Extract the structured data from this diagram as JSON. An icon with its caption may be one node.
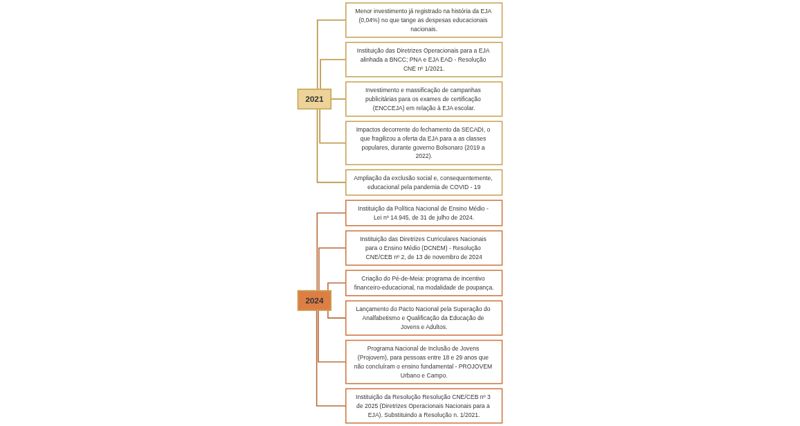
{
  "diagram": {
    "nodes": [
      {
        "text": [
          "2021"
        ]
      },
      {
        "text": [
          "Menor investimento já registrado na história da EJA (0,04%) no que tange as despesas educacionais nacionais."
        ]
      },
      {
        "text": [
          "Instituição das Diretrizes Operacionais para a EJA alinhada a BNCC; PNA e EJA EAD - Resolução CNE nº 1/2021."
        ]
      },
      {
        "text": [
          "Investimento e massificação de campanhas publicitárias para os exames de certificação (ENCCEJA) em relação à EJA escolar."
        ]
      },
      {
        "text": [
          "Impactos decorrente do fechamento da SECADI, o que fragilizou a oferta da EJA para a as classes populares, durante governo Bolsonaro (2019 a 2022)."
        ]
      },
      {
        "text": [
          "Ampliação da exclusão social e, consequentemente, educacional pela pandemia de COVID - 19"
        ]
      },
      {
        "text": [
          "2024"
        ]
      },
      {
        "text": [
          "Instituição da Política Nacional de Ensino Médio - Lei nº 14.945, de 31 de julho de 2024."
        ]
      },
      {
        "text": [
          "Instituição das Diretrizes Curriculares Nacionais para o Ensino Médio (DCNEM) - Resolução CNE/CEB nº 2, de 13 de novembro de 2024"
        ]
      },
      {
        "text": [
          "Criação do Pé-de-Meia: programa de incentivo financeiro-educacional, na modalidade de poupança."
        ]
      },
      {
        "text": [
          "Lançamento do Pacto Nacional pela Superação do Analfabetismo e Qualificação da Educação de Jovens e Adultos."
        ]
      },
      {
        "text": [
          "Programa Nacional de Inclusão de Jovens (Projovem), para pessoas entre 18 e 29 anos que não concluíram o ensino fundamental - PROJOVEM Urbano e Campo."
        ]
      },
      {
        "text": [
          "Instituição da Resolução Resolução CNE/CEB nº 3 de 2025 (Diretrizes Operacionais Nacionais para a EJA). Substituindo a Resolução n. 1/2021."
        ]
      }
    ],
    "edges": [
      {
        "from": 0,
        "to": 1,
        "arrow": "none",
        "color": "#b8913f"
      },
      {
        "from": 0,
        "to": 2,
        "arrow": "none",
        "color": "#b8913f"
      },
      {
        "from": 0,
        "to": 3,
        "arrow": "none",
        "color": "#b8913f"
      },
      {
        "from": 0,
        "to": 4,
        "arrow": "none",
        "color": "#b8913f"
      },
      {
        "from": 0,
        "to": 5,
        "arrow": "none",
        "color": "#b8913f"
      },
      {
        "from": 6,
        "to": 7,
        "arrow": "none"
      },
      {
        "from": 6,
        "to": 8,
        "arrow": "none"
      },
      {
        "from": 6,
        "to": 9,
        "arrow": "none"
      },
      {
        "from": 6,
        "to": 10,
        "arrow": "none"
      },
      {
        "from": 6,
        "to": 11,
        "arrow": "none"
      },
      {
        "from": 6,
        "to": 12,
        "arrow": "none"
      }
    ]
  }
}
